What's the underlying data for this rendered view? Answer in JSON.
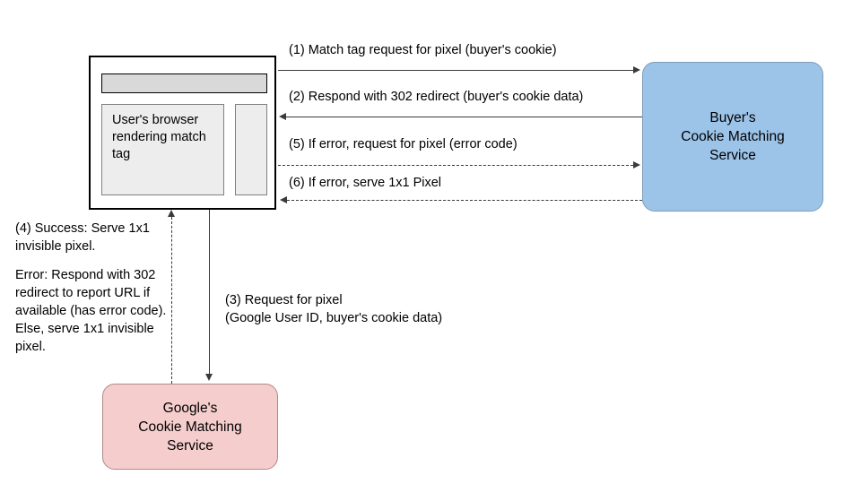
{
  "diagram": {
    "title": "Cookie matching sequence diagram",
    "colors": {
      "buyer_service_fill": "#9CC3E8",
      "google_service_fill": "#F5CDCD",
      "browser_toolbar_fill": "#D9D9D9",
      "browser_panel_fill": "#EDEDED",
      "line": "#3a3a3a"
    }
  },
  "browser": {
    "content_text": "User's browser rendering match tag"
  },
  "nodes": {
    "buyer_service": "Buyer's\nCookie Matching\nService",
    "google_service": "Google's\nCookie Matching\nService"
  },
  "flows": {
    "step1": "(1)  Match tag request for pixel (buyer's cookie)",
    "step2": "(2)  Respond with 302 redirect (buyer's cookie data)",
    "step3": "(3)  Request for pixel\n(Google User ID, buyer's cookie data)",
    "step4_success": "(4) Success: Serve 1x1 invisible pixel.",
    "step4_error": "Error: Respond with 302 redirect to report URL if available (has error code). Else, serve 1x1 invisible pixel.",
    "step5": "(5) If error, request for pixel (error code)",
    "step6": "(6) If error, serve 1x1 Pixel"
  }
}
